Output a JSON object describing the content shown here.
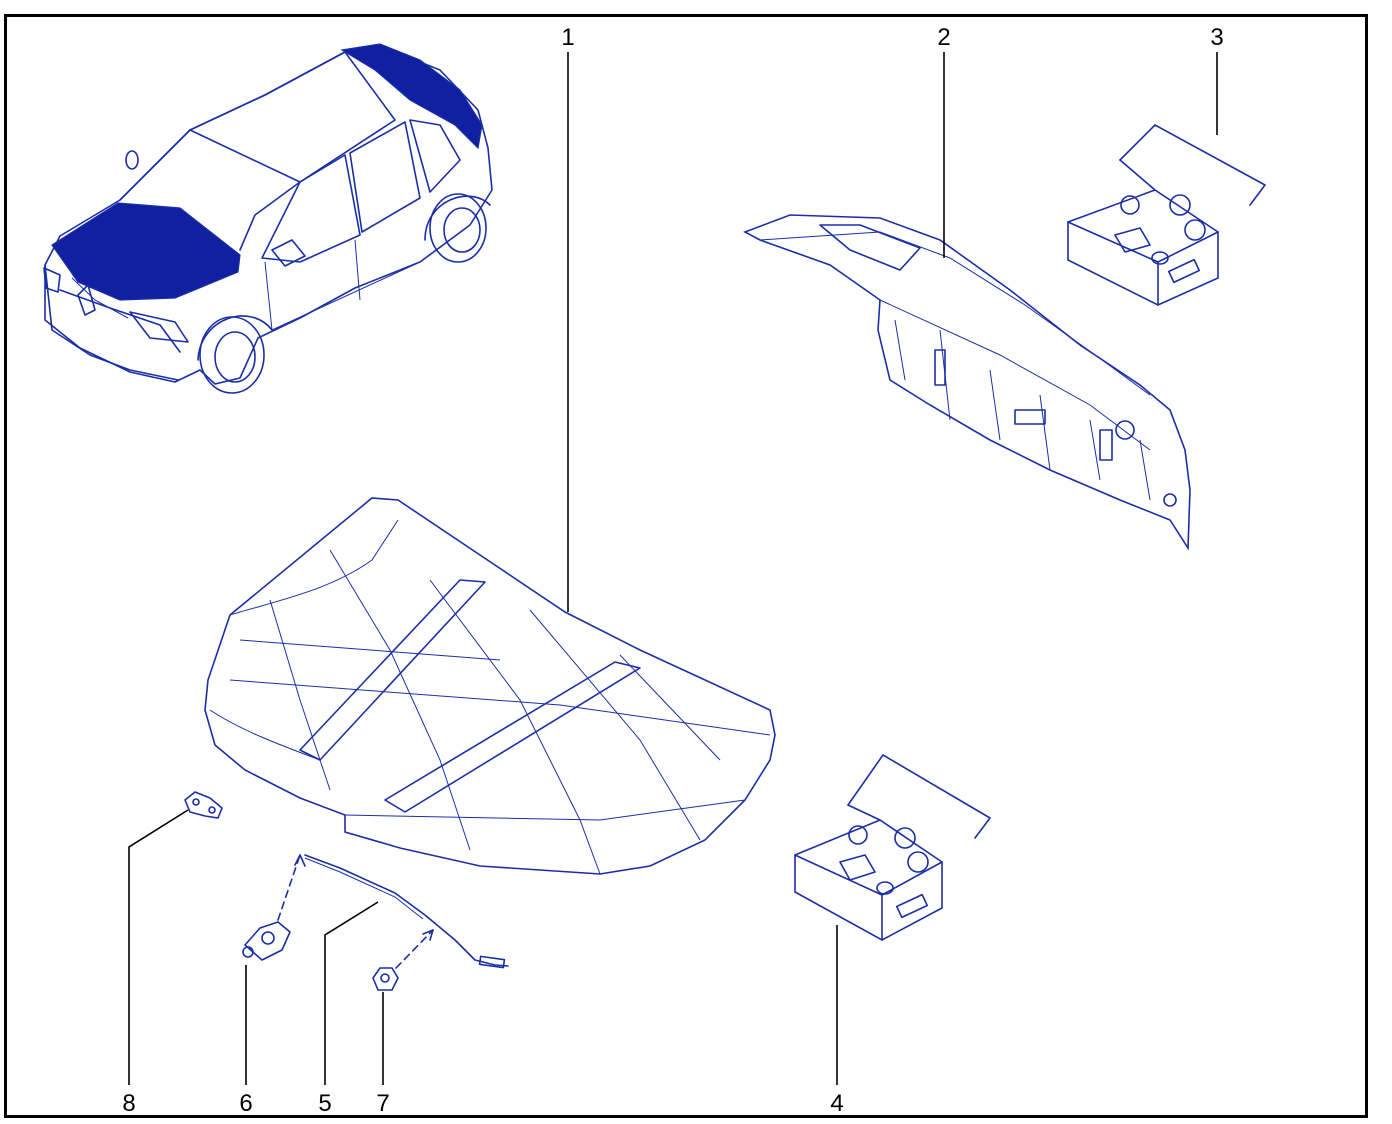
{
  "diagram": {
    "colors": {
      "line": "#1a2fa6",
      "highlight": "#1020a0",
      "callout": "#000000",
      "frame": "#000000"
    },
    "callouts": [
      {
        "id": "1",
        "label": "1"
      },
      {
        "id": "2",
        "label": "2"
      },
      {
        "id": "3",
        "label": "3"
      },
      {
        "id": "4",
        "label": "4"
      },
      {
        "id": "5",
        "label": "5"
      },
      {
        "id": "6",
        "label": "6"
      },
      {
        "id": "7",
        "label": "7"
      },
      {
        "id": "8",
        "label": "8"
      }
    ]
  }
}
